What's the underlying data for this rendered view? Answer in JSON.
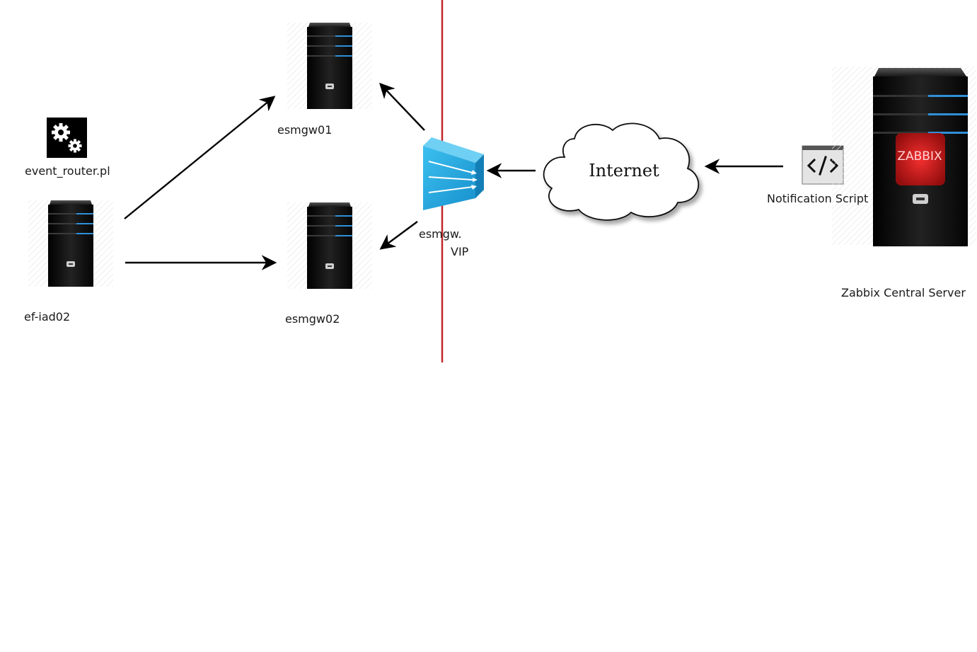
{
  "nodes": {
    "event_router": {
      "label": "event_router.pl",
      "icon": "gears-icon"
    },
    "ef_iad02": {
      "label": "ef-iad02",
      "icon": "server-icon"
    },
    "esmgw01": {
      "label": "esmgw01",
      "icon": "server-icon"
    },
    "esmgw02": {
      "label": "esmgw02",
      "icon": "server-icon"
    },
    "vip": {
      "label": "esmgw.",
      "sublabel": "VIP",
      "icon": "load-balancer-icon"
    },
    "internet": {
      "label": "Internet",
      "icon": "cloud-icon"
    },
    "notification_script": {
      "label": "Notification Script",
      "icon": "code-icon"
    },
    "zabbix": {
      "label": "Zabbix Central Server",
      "badge": "ZABBIX",
      "icon": "server-icon"
    }
  },
  "colors": {
    "divider": "#c0282a",
    "arrow": "#000000",
    "lb_blue": "#2aa6de",
    "server_accent": "#2f8fd8",
    "zabbix_red": "#e02020"
  }
}
